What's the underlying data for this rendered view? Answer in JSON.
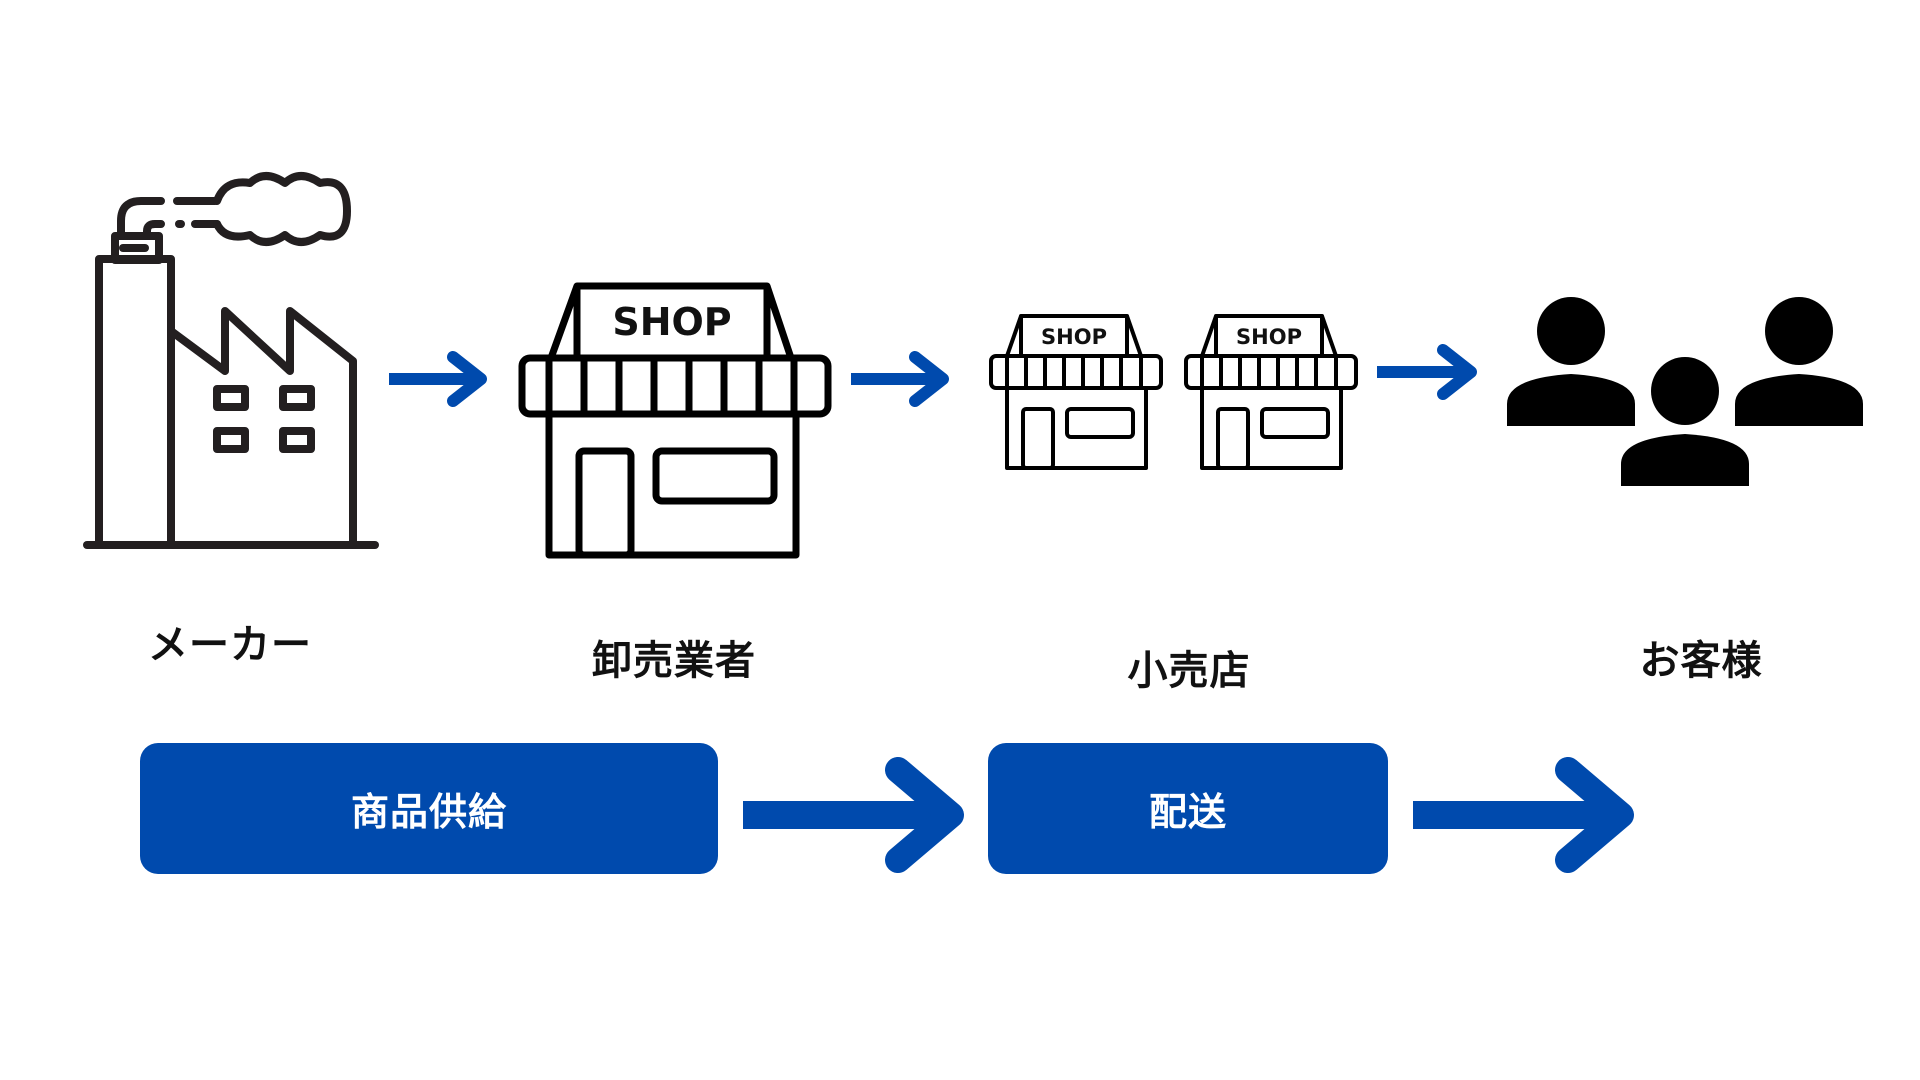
{
  "diagram": {
    "title": "",
    "accent_color": "#004AAD",
    "stages": [
      {
        "id": "maker",
        "label": "メーカー",
        "icon": "factory-icon"
      },
      {
        "id": "wholesaler",
        "label": "卸売業者",
        "icon": "shop-icon",
        "sign": "SHOP"
      },
      {
        "id": "retailer",
        "label": "小売店",
        "icon": "shops-icon",
        "sign": "SHOP"
      },
      {
        "id": "customer",
        "label": "お客様",
        "icon": "people-icon"
      }
    ],
    "flows": [
      {
        "label": "商品供給"
      },
      {
        "label": "配送"
      }
    ]
  }
}
